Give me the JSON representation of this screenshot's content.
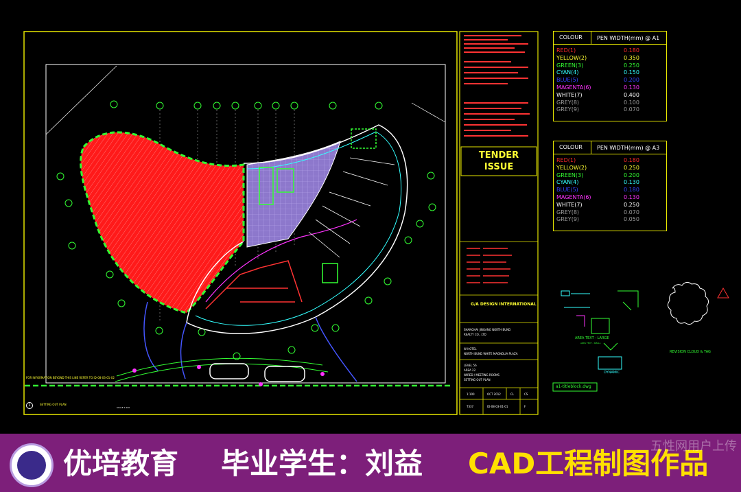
{
  "title_block": {
    "tender_line1": "TENDER",
    "tender_line2": "ISSUE",
    "firm_name": "G/A DESIGN INTERNATIONAL",
    "client_line1": "SHANGHAI JINGANG NORTH BUND",
    "client_line2": "REALTY CO., LTD",
    "project_line1": "W HOTEL",
    "project_line2": "NORTH BUND WHITE MAGNOLIA PLAZA",
    "drawing_line1": "LEVEL 56",
    "drawing_line2": "AREA 22",
    "drawing_line3": "WIRED / MEETING ROOMS",
    "drawing_line4": "SETTING OUT PLAN",
    "scale": "1:100",
    "date": "OCT 2012",
    "drawn": "CL",
    "checked": "CS",
    "job": "T337",
    "drawing_no": "ID-08-03-01-01",
    "rev": "F"
  },
  "tables": [
    {
      "header_colour": "COLOUR",
      "header_pen": "PEN WIDTH(mm) @ A1",
      "rows": [
        {
          "name": "RED(1)",
          "value": "0.180",
          "color": "#ff2a2a"
        },
        {
          "name": "YELLOW(2)",
          "value": "0.350",
          "color": "#ffff33"
        },
        {
          "name": "GREEN(3)",
          "value": "0.250",
          "color": "#33ff33"
        },
        {
          "name": "CYAN(4)",
          "value": "0.150",
          "color": "#33ffff"
        },
        {
          "name": "BLUE(5)",
          "value": "0.200",
          "color": "#3344ff"
        },
        {
          "name": "MAGENTA(6)",
          "value": "0.130",
          "color": "#ff33ff"
        },
        {
          "name": "WHITE(7)",
          "value": "0.400",
          "color": "#ffffff"
        },
        {
          "name": "GREY(8)",
          "value": "0.100",
          "color": "#9a9a9a"
        },
        {
          "name": "GREY(9)",
          "value": "0.070",
          "color": "#9a9a9a"
        }
      ]
    },
    {
      "header_colour": "COLOUR",
      "header_pen": "PEN WIDTH(mm) @ A3",
      "rows": [
        {
          "name": "RED(1)",
          "value": "0.180",
          "color": "#ff2a2a"
        },
        {
          "name": "YELLOW(2)",
          "value": "0.250",
          "color": "#ffff33"
        },
        {
          "name": "GREEN(3)",
          "value": "0.200",
          "color": "#33ff33"
        },
        {
          "name": "CYAN(4)",
          "value": "0.130",
          "color": "#33ffff"
        },
        {
          "name": "BLUE(5)",
          "value": "0.180",
          "color": "#3344ff"
        },
        {
          "name": "MAGENTA(6)",
          "value": "0.130",
          "color": "#ff33ff"
        },
        {
          "name": "WHITE(7)",
          "value": "0.250",
          "color": "#ffffff"
        },
        {
          "name": "GREY(8)",
          "value": "0.070",
          "color": "#9a9a9a"
        },
        {
          "name": "GREY(9)",
          "value": "0.050",
          "color": "#9a9a9a"
        }
      ]
    }
  ],
  "legend": {
    "area_text": "AREA TEXT - LARGE",
    "area_text_small": "AREA TEXT - SMALL",
    "dynamic": "DYNAMIC",
    "revision": "REVISION CLOUD & TAG",
    "block_file": "a1-titleblock.dwg"
  },
  "plan": {
    "note": "FOR INFORMATION BEYOND THIS LINE REFER TO ID-08-03-01-02",
    "caption": "SETTING OUT PLAN",
    "caption_scale": "SCALE 1:100",
    "caption_num": "1"
  },
  "banner": {
    "org": "优培教育",
    "graduate": "毕业学生：刘益",
    "cad": "CAD工程制图作品",
    "watermark": "五性网用户上传"
  },
  "colors": {
    "frame": "#e6e600",
    "banner_bg": "#7d1f7a",
    "hatch": "#ff2020",
    "boundary": "#33ff33",
    "purple_fill": "#8a74c8"
  }
}
